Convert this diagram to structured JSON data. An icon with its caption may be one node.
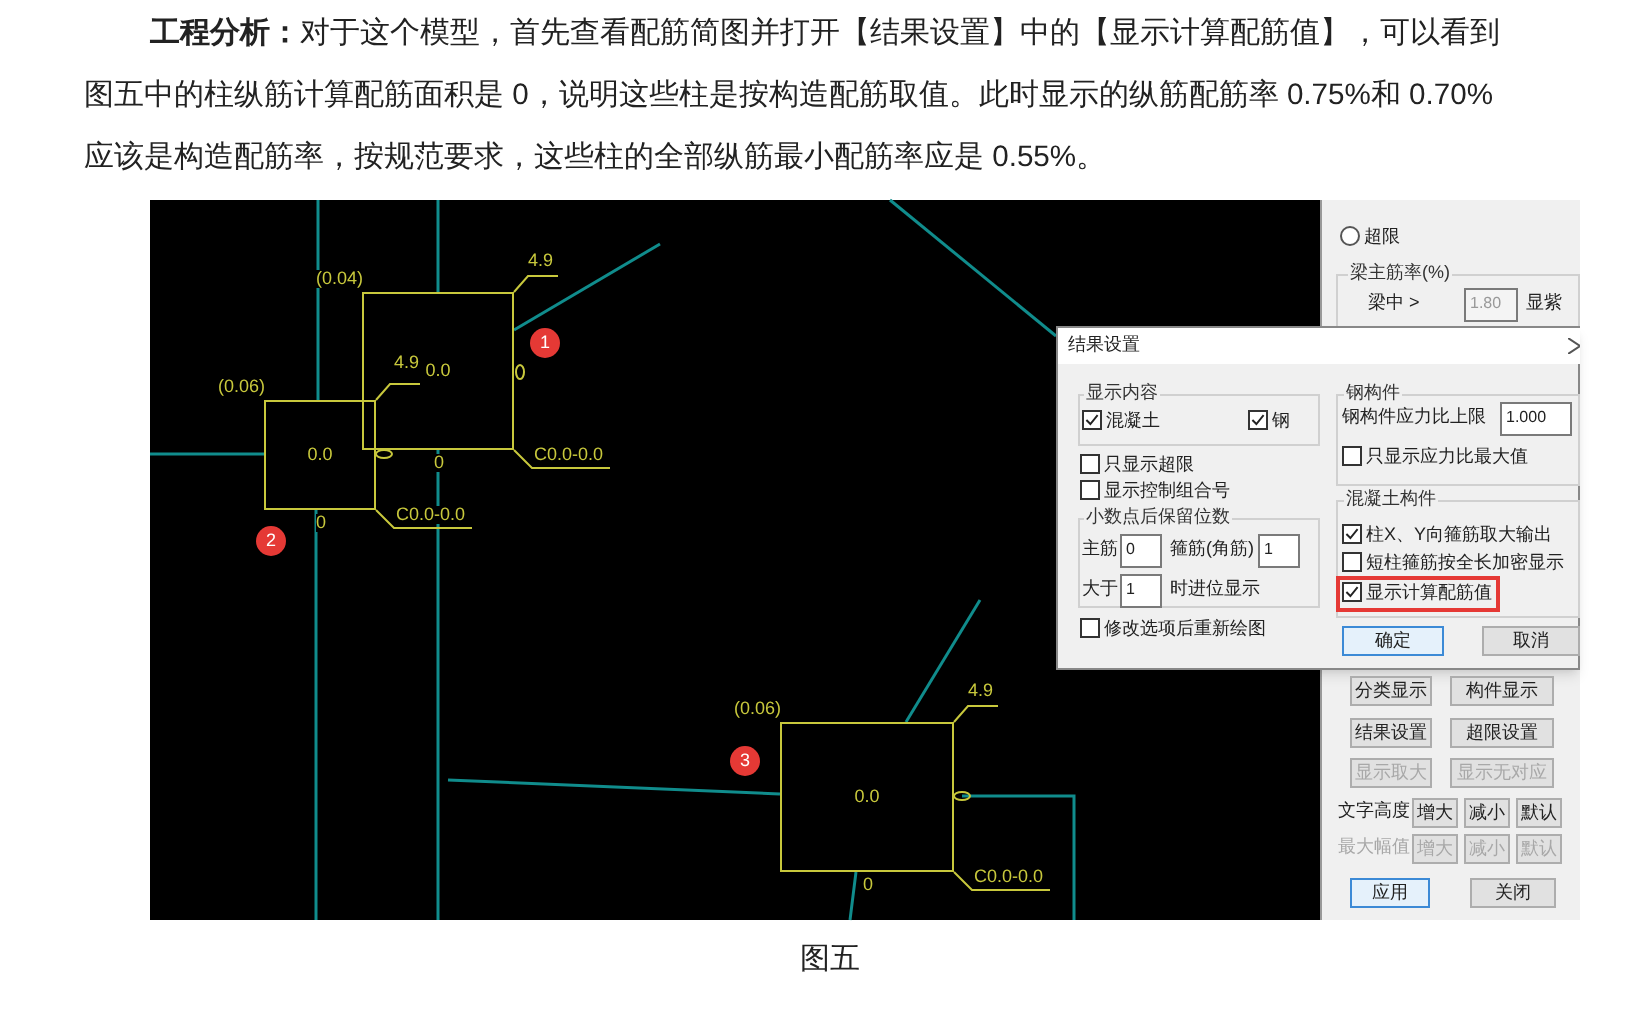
{
  "diagram": {
    "caption": "图五",
    "nodes": [
      {
        "text": [
          "0.0"
        ],
        "beside": [
          "(0.04)",
          "0"
        ]
      },
      {
        "text": [
          "0.0"
        ],
        "beside": [
          "(0.06)",
          "0"
        ]
      },
      {
        "text": [
          "0.0"
        ],
        "beside": [
          "(0.06)",
          "0"
        ]
      },
      {
        "text": [
          "4.9"
        ]
      },
      {
        "text": [
          "C0.0-0.0"
        ]
      },
      {
        "text": [
          "4.9"
        ],
        "in": 0
      },
      {
        "text": [
          "C0.0-0.0"
        ]
      },
      {
        "text": [
          "4.9"
        ]
      },
      {
        "text": [
          "C0.0-0.0"
        ]
      }
    ],
    "edges": [
      {
        "from": 3,
        "to": 0,
        "arrow": "none"
      },
      {
        "from": 4,
        "to": 0,
        "arrow": "none"
      },
      {
        "from": 5,
        "to": 1,
        "arrow": "none"
      },
      {
        "from": 6,
        "to": 1,
        "arrow": "none"
      },
      {
        "from": 7,
        "to": 2,
        "arrow": "none"
      },
      {
        "from": 8,
        "to": 2,
        "arrow": "none"
      }
    ],
    "labels": [
      "**工程分析：**对于这个模型，首先查看配筋简图并打开【结果设置】中的【显示计算配筋值】，可以看到图五中的柱纵筋计算配筋面积是 0，说明这些柱是按构造配筋取值。此时显示的纵筋配筋率 0.75%和 0.70%应该是构造配筋率，按规范要求，这些柱的全部纵筋最小配筋率应是 0.55%。",
      "1",
      "2",
      "3",
      "超限",
      "梁主筋率(%)",
      "梁中 >",
      "1.80",
      "显紫",
      "结果设置",
      "显示内容",
      "混凝土",
      "钢",
      "只显示超限",
      "显示控制组合号",
      "小数点后保留位数",
      "主筋",
      "0",
      "箍筋(角筋)",
      "1",
      "大于",
      "1",
      "时进位显示",
      "修改选项后重新绘图",
      "钢构件",
      "钢构件应力比上限",
      "1.000",
      "只显示应力比最大值",
      "混凝土构件",
      "柱X、Y向箍筋取大输出",
      "短柱箍筋按全长加密显示",
      "显示计算配筋值",
      "确定",
      "取消",
      "分类显示",
      "构件显示",
      "结果设置",
      "超限设置",
      "显示取大",
      "显示无对应",
      "文字高度",
      "增大",
      "减小",
      "默认",
      "最大幅值",
      "增大",
      "减小",
      "默认",
      "应用",
      "关闭"
    ]
  }
}
